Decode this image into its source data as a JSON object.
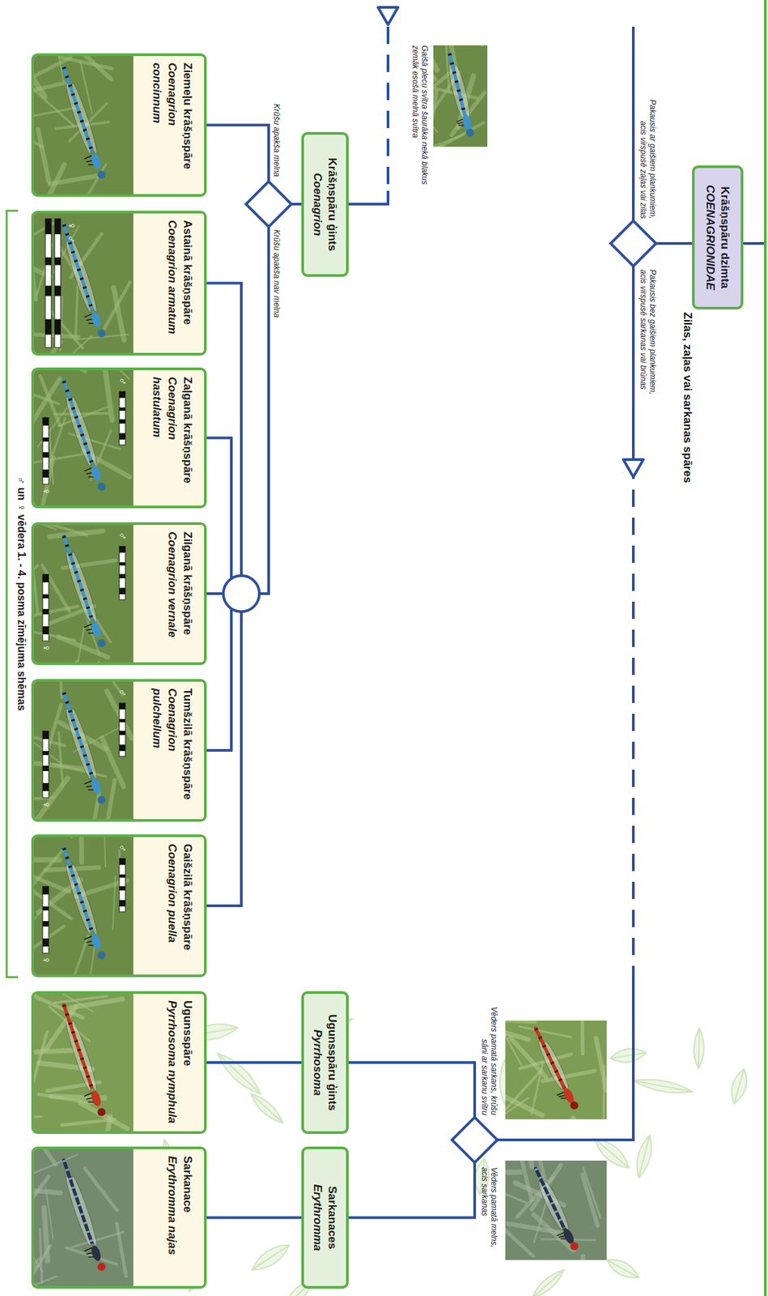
{
  "diagram": {
    "nodes": [
      {
        "text": [
          "Krāšņspāru dzimta",
          "COENAGRIONIDAE",
          "Zilas, zaļas vai sarkanas spāres"
        ]
      },
      {
        "text": [
          "Krāšņspāru ģints",
          "Coenagrion"
        ]
      },
      {
        "text": [
          "Ziemeļu krāšņspāre",
          "Coenagrion concinnum"
        ]
      },
      {
        "text": [
          "Astainā krāšņspāre",
          "Coenagrion armatum"
        ]
      },
      {
        "text": [
          "Zaļganā krāšņspāre",
          "Coenagrion hastulatum"
        ]
      },
      {
        "text": [
          "Zilganā krāšņspāre",
          "Coenagrion vernale"
        ]
      },
      {
        "text": [
          "Tumšzilā krāšņspāre",
          "Coenagrion pulchellum"
        ]
      },
      {
        "text": [
          "Gaišzilā krāšņspāre",
          "Coenagrion puella"
        ]
      },
      {
        "text": [
          "Ugunsspāru ģints",
          "Pyrrhosoma"
        ]
      },
      {
        "text": [
          "Ugunsspāre",
          "Pyrrhosoma nymphula"
        ]
      },
      {
        "text": [
          "Sarkanaces",
          "Erythromma"
        ]
      },
      {
        "text": [
          "Sarkanace",
          "Erythromma najas"
        ]
      }
    ],
    "edges": [
      {
        "from": 1,
        "to": 2,
        "arrow": "none"
      },
      {
        "from": 1,
        "to": 3,
        "arrow": "none"
      },
      {
        "from": 1,
        "to": 4,
        "arrow": "none"
      },
      {
        "from": 1,
        "to": 5,
        "arrow": "none"
      },
      {
        "from": 1,
        "to": 6,
        "arrow": "none"
      },
      {
        "from": 1,
        "to": 7,
        "arrow": "none"
      },
      {
        "from": 0,
        "to": 8,
        "arrow": "none"
      },
      {
        "from": 0,
        "to": 10,
        "arrow": "none"
      },
      {
        "from": 8,
        "to": 9,
        "arrow": "none"
      },
      {
        "from": 10,
        "to": 11,
        "arrow": "none"
      }
    ],
    "labels": [
      "Pakausis ar gaišiem plankumiem, acis virspusē zaļas vai zilas",
      "Pakausis bez gaišiem plankumiem, acis virspusē sarkanas vai brūnas",
      "Gaišā plecu svītra šaurāka nekā blakus zemāk esošā melnā svītra",
      "Krūšu apakša melna",
      "Krūšu apakša nav melna",
      "Vēders pamatā sarkans, krūšu sāni ar sarkanu svītru",
      "Vēders pamatā melns, acis sarkanas",
      "♂ un ♀ vēdera 1. - 4. posma zīmējuma shēmas",
      "♀",
      "♂",
      "♂",
      "♀",
      "♂",
      "♀",
      "♂",
      "♀",
      "♂",
      "♀"
    ]
  }
}
